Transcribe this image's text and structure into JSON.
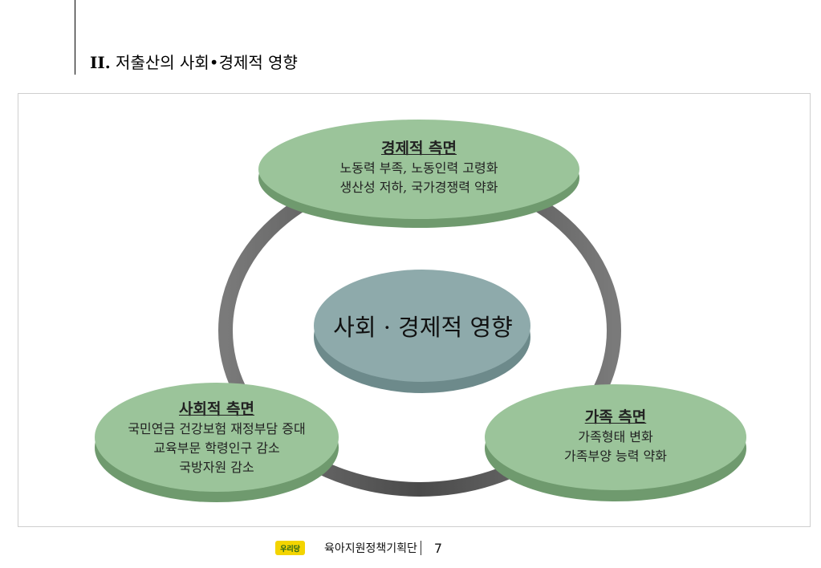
{
  "header": {
    "section_number": "II.",
    "title": "저출산의 사회•경제적 영향"
  },
  "diagram": {
    "center": {
      "label": "사회 · 경제적 영향"
    },
    "economic": {
      "heading": "경제적 측면",
      "lines": [
        "노동력 부족,  노동인력 고령화",
        "생산성 저하,  국가경쟁력 약화"
      ]
    },
    "social": {
      "heading": "사회적 측면",
      "lines": [
        "국민연금 건강보험 재정부담 증대",
        "교육부문 학령인구 감소",
        "국방자원 감소"
      ]
    },
    "family": {
      "heading": "가족 측면",
      "lines": [
        "가족형태 변화",
        "가족부양 능력 약화"
      ]
    },
    "colors": {
      "node_fill": "#9bc49a",
      "node_shadow": "#6f9a6e",
      "center_fill": "#8eaaab",
      "center_shadow": "#6d8a8b",
      "ring": "#6a6a6a"
    }
  },
  "footer": {
    "logo_text": "우리당",
    "org": "육아지원정책기획단",
    "page": "7"
  }
}
